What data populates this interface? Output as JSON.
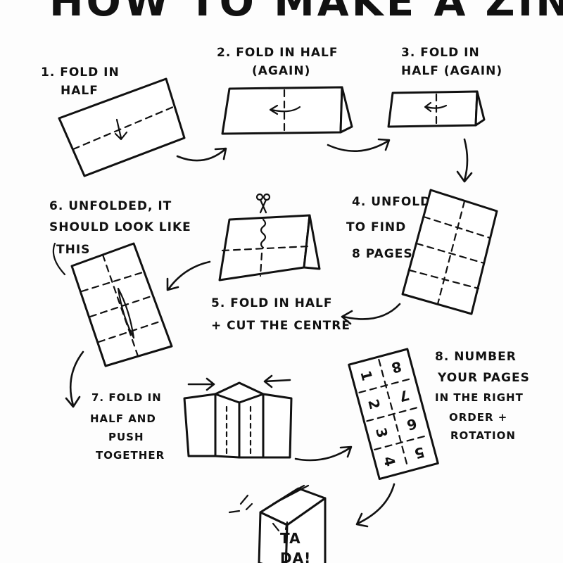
{
  "title": "HOW TO MAKE A ZINE",
  "steps": {
    "s1": {
      "l1": "1. FOLD IN",
      "l2": "HALF"
    },
    "s2": {
      "l1": "2. FOLD IN HALF",
      "l2": "(AGAIN)"
    },
    "s3": {
      "l1": "3. FOLD IN",
      "l2": "HALF (AGAIN)"
    },
    "s4": {
      "l1": "4. UNFOLD",
      "l2": "TO FIND",
      "l3": "8 PAGES"
    },
    "s5": {
      "l1": "5. FOLD IN HALF",
      "l2": "+ CUT THE CENTRE"
    },
    "s6": {
      "l1": "6. UNFOLDED, IT",
      "l2": "SHOULD LOOK LIKE",
      "l3": "THIS"
    },
    "s7": {
      "l1": "7. FOLD IN",
      "l2": "HALF AND",
      "l3": "PUSH",
      "l4": "TOGETHER"
    },
    "s8": {
      "l1": "8. NUMBER",
      "l2": "YOUR PAGES",
      "l3": "IN THE RIGHT",
      "l4": "ORDER +",
      "l5": "ROTATION"
    }
  },
  "page_numbers": [
    "1",
    "8",
    "2",
    "7",
    "3",
    "6",
    "4",
    "5"
  ],
  "booklet": {
    "l1": "TA",
    "l2": "DA!"
  },
  "icons": [
    "scissors-icon",
    "fold-arrow-icon",
    "flow-arrow-icon"
  ]
}
